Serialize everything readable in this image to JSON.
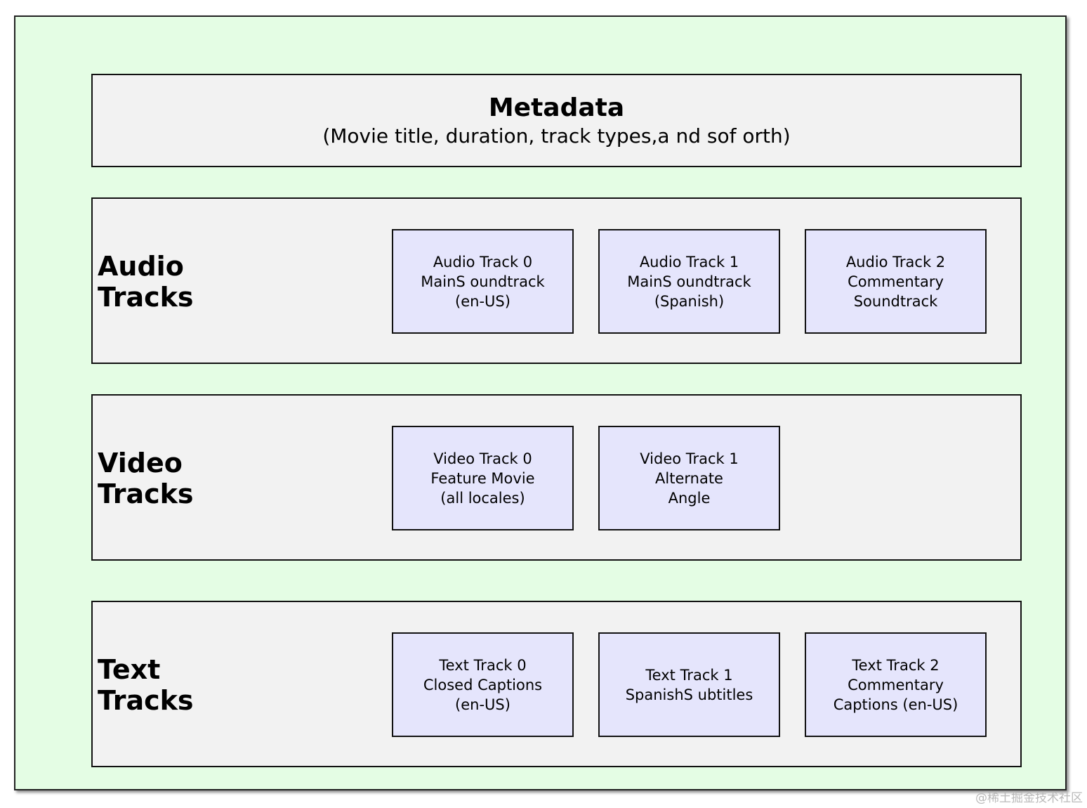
{
  "metadata": {
    "title": "Metadata",
    "subtitle": "(Movie title, duration, track types,a nd sof orth)"
  },
  "audio": {
    "label": "Audio\nTracks",
    "tracks": [
      {
        "text": "Audio Track 0\nMainS oundtrack\n(en-US)"
      },
      {
        "text": "Audio Track 1\nMainS oundtrack\n(Spanish)"
      },
      {
        "text": "Audio Track 2\nCommentary\nSoundtrack"
      }
    ]
  },
  "video": {
    "label": "Video\nTracks",
    "tracks": [
      {
        "text": "Video Track 0\nFeature Movie\n(all locales)"
      },
      {
        "text": "Video Track 1\nAlternate\nAngle"
      }
    ]
  },
  "text": {
    "label": "Text\nTracks",
    "tracks": [
      {
        "text": "Text Track 0\nClosed Captions\n(en-US)"
      },
      {
        "text": "Text Track 1\nSpanishS ubtitles"
      },
      {
        "text": "Text Track 2\nCommentary\nCaptions (en-US)"
      }
    ]
  },
  "watermark": "@稀土掘金技术社区",
  "colors": {
    "background": "#e4fde4",
    "panel": "#f2f2f2",
    "track": "#e5e5fc"
  }
}
